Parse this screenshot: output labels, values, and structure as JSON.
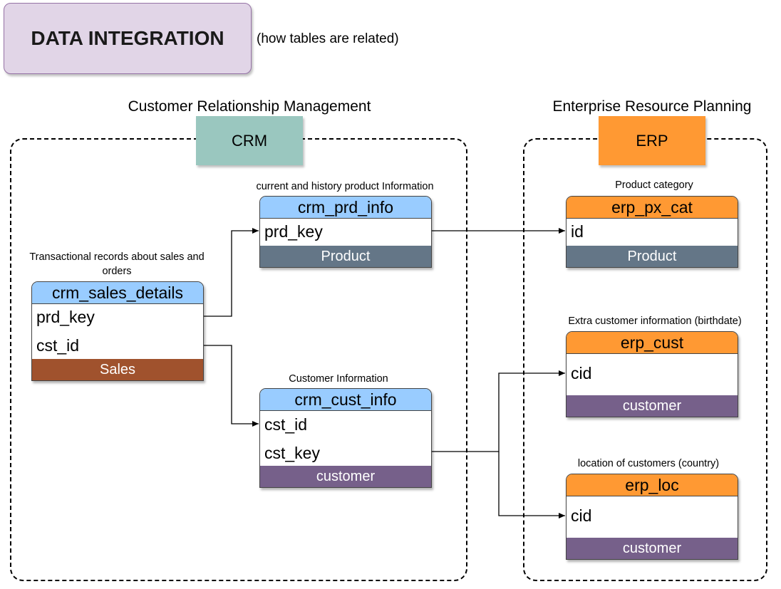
{
  "header": {
    "title": "DATA INTEGRATION",
    "subtitle": "(how tables are related)"
  },
  "crm": {
    "section_title": "Customer Relationship Management",
    "badge": "CRM",
    "badge_color": "#9ac7bf"
  },
  "erp": {
    "section_title": "Enterprise Resource Planning",
    "badge": "ERP",
    "badge_color": "#ff9933"
  },
  "tables": {
    "crm_sales_details": {
      "description": "Transactional records about sales and orders",
      "name": "crm_sales_details",
      "fields": [
        "prd_key",
        "cst_id"
      ],
      "footer": "Sales"
    },
    "crm_prd_info": {
      "description": "current and history product Information",
      "name": "crm_prd_info",
      "fields": [
        "prd_key"
      ],
      "footer": "Product"
    },
    "crm_cust_info": {
      "description": "Customer Information",
      "name": "crm_cust_info",
      "fields": [
        "cst_id",
        "cst_key"
      ],
      "footer": "customer"
    },
    "erp_px_cat": {
      "description": "Product category",
      "name": "erp_px_cat",
      "fields": [
        "id"
      ],
      "footer": "Product"
    },
    "erp_cust": {
      "description": "Extra customer information (birthdate)",
      "name": "erp_cust",
      "fields": [
        "cid"
      ],
      "footer": "customer"
    },
    "erp_loc": {
      "description": "location of customers (country)",
      "name": "erp_loc",
      "fields": [
        "cid"
      ],
      "footer": "customer"
    }
  },
  "colors": {
    "header_bg": "#e1d5e7",
    "crm_table_header": "#99ccff",
    "erp_table_header": "#ff9933",
    "product_footer": "#647687",
    "sales_footer": "#a0522d",
    "customer_footer": "#76608a"
  }
}
